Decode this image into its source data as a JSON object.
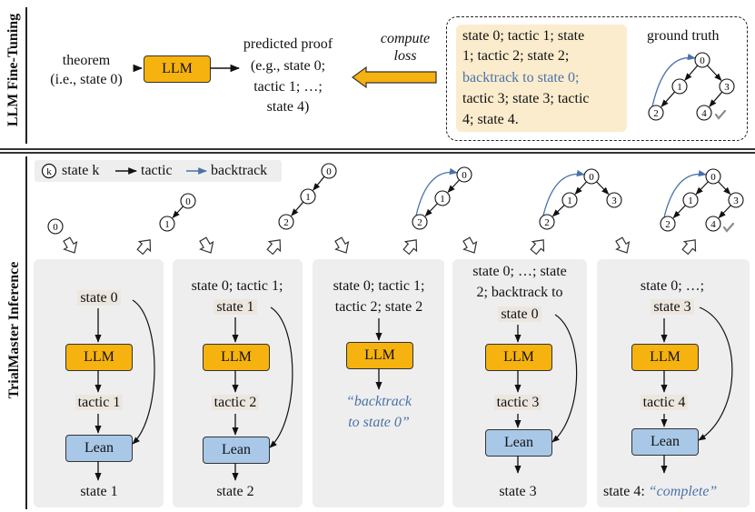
{
  "colors": {
    "llm": "#f6b20e",
    "lean": "#a9c8e8",
    "backtrack": "#4a72a8",
    "highlight": "#ece6df",
    "panel": "#eeeeee",
    "check": "#8c8c8c"
  },
  "top": {
    "section_label": "LLM Fine-Tuning",
    "theorem_line1": "theorem",
    "theorem_line2": "(i.e., state 0)",
    "llm_label": "LLM",
    "predicted_proof_lines": [
      "predicted proof",
      "(e.g., state 0;",
      "tactic 1; …;",
      "state 4)"
    ],
    "compute_loss_lines": [
      "compute",
      "loss"
    ],
    "gt_text_lines": [
      "state 0; tactic 1; state",
      "1; tactic 2; state 2;",
      "backtrack to state 0;",
      "tactic 3; state 3; tactic",
      "4; state 4."
    ],
    "ground_truth_label": "ground truth"
  },
  "bottom": {
    "section_label": "TrialMaster Inference",
    "legend": {
      "node_k": "k",
      "state_k": "state k",
      "tactic": "tactic",
      "backtrack": "backtrack"
    },
    "panels": [
      {
        "top_lines": [
          "state 0"
        ],
        "llm": "LLM",
        "tactic": "tactic 1",
        "lean": "Lean",
        "result": "state 1"
      },
      {
        "top_lines": [
          "state 0; tactic 1;",
          "state 1"
        ],
        "llm": "LLM",
        "tactic": "tactic 2",
        "lean": "Lean",
        "result": "state 2"
      },
      {
        "top_lines": [
          "state 0; tactic 1;",
          "tactic 2; state 2"
        ],
        "llm": "LLM",
        "output_lines": [
          "“backtrack",
          "to state 0”"
        ]
      },
      {
        "top_lines": [
          "state 0; …; state",
          "2; backtrack to",
          "state 0"
        ],
        "llm": "LLM",
        "tactic": "tactic 3",
        "lean": "Lean",
        "result": "state 3"
      },
      {
        "top_lines": [
          "state 0; …;",
          "state 3"
        ],
        "llm": "LLM",
        "tactic": "tactic 4",
        "lean": "Lean",
        "result_prefix": "state 4: ",
        "result_quote": "“complete”"
      }
    ],
    "tree_nodes": [
      "0",
      "1",
      "2",
      "3",
      "4"
    ]
  }
}
